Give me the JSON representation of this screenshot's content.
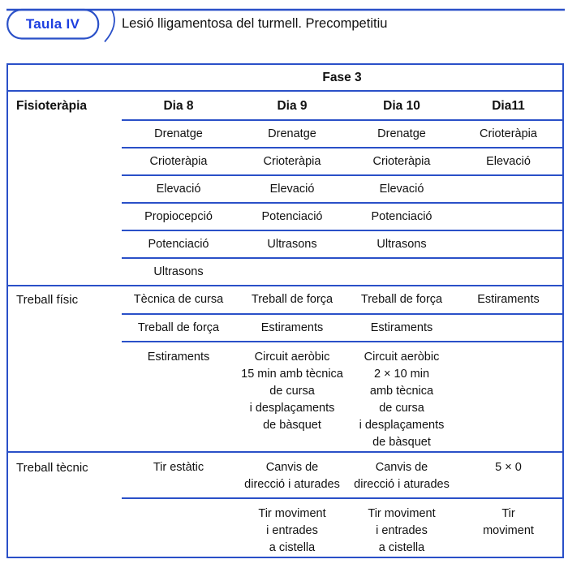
{
  "colors": {
    "accent_blue": "#2a50c8",
    "badge_text_blue": "#1d3ee0",
    "text_black": "#111111"
  },
  "header": {
    "badge_label": "Taula IV",
    "title": "Lesió lligamentosa del turmell. Precompetitiu"
  },
  "table": {
    "fase_header": "Fase 3",
    "rows": [
      {
        "cells": [
          "Fisioteràpia",
          "Dia 8",
          "Dia 9",
          "Dia 10",
          "Dia11"
        ]
      },
      {
        "cells": [
          "",
          "Drenatge",
          "Drenatge",
          "Drenatge",
          "Crioteràpia"
        ]
      },
      {
        "cells": [
          "",
          "Crioteràpia",
          "Crioteràpia",
          "Crioteràpia",
          "Elevació"
        ]
      },
      {
        "cells": [
          "",
          "Elevació",
          "Elevació",
          "Elevació",
          ""
        ]
      },
      {
        "cells": [
          "",
          "Propiocepció",
          "Potenciació",
          "Potenciació",
          ""
        ]
      },
      {
        "cells": [
          "",
          "Potenciació",
          "Ultrasons",
          "Ultrasons",
          ""
        ]
      },
      {
        "cells": [
          "",
          "Ultrasons",
          "",
          "",
          ""
        ]
      },
      {
        "cells": [
          "Treball físic",
          "Tècnica de cursa",
          "Treball de força",
          "Treball de força",
          "Estiraments"
        ]
      },
      {
        "cells": [
          "",
          "Treball de força",
          "Estiraments",
          "Estiraments",
          ""
        ]
      },
      {
        "cells": [
          "",
          "Estiraments",
          "Circuit aeròbic\n15 min amb tècnica\nde cursa\ni desplaçaments\nde bàsquet",
          "Circuit aeròbic\n2 × 10 min\namb tècnica\nde cursa\ni desplaçaments\nde bàsquet",
          ""
        ]
      },
      {
        "cells": [
          "Treball tècnic",
          "Tir estàtic",
          "Canvis de\ndirecció i aturades",
          "Canvis de\ndirecció i aturades",
          "5 × 0"
        ]
      },
      {
        "cells": [
          "",
          "",
          "Tir moviment\ni entrades\na cistella",
          "Tir moviment\ni entrades\na cistella",
          "Tir\nmoviment"
        ]
      }
    ]
  }
}
